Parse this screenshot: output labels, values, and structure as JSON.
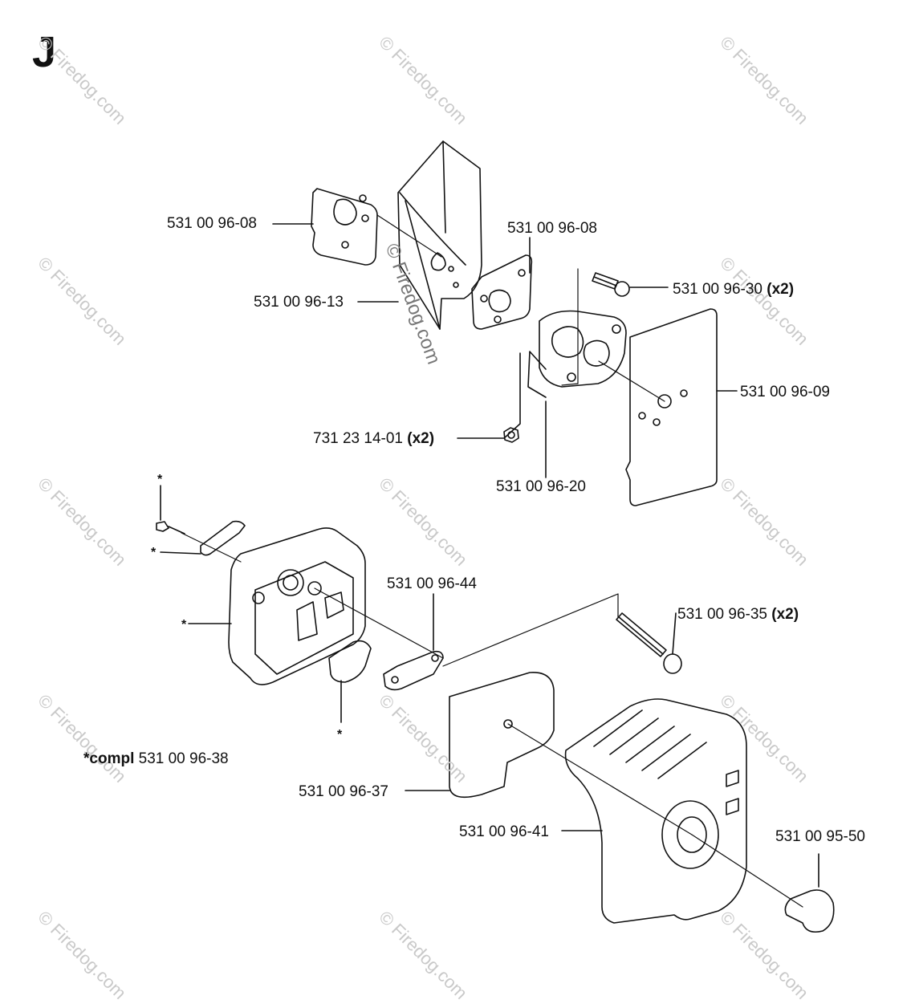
{
  "section_letter": "J",
  "watermark": "© Firedog.com",
  "labels": {
    "l1": "531 00 96-08",
    "l2": "531 00 96-08",
    "l3": "531 00 96-30",
    "l3_qty": "(x2)",
    "l4": "531 00 96-13",
    "l5": "531 00 96-09",
    "l6": "731 23 14-01",
    "l6_qty": "(x2)",
    "l7": "531 00 96-20",
    "l8": "531 00 96-44",
    "l9": "531 00 96-35",
    "l9_qty": "(x2)",
    "l10_prefix": "*compl",
    "l10": "531 00 96-38",
    "l11": "531 00 96-37",
    "l12": "531 00 96-41",
    "l13": "531 00 95-50"
  },
  "asterisk": "*"
}
